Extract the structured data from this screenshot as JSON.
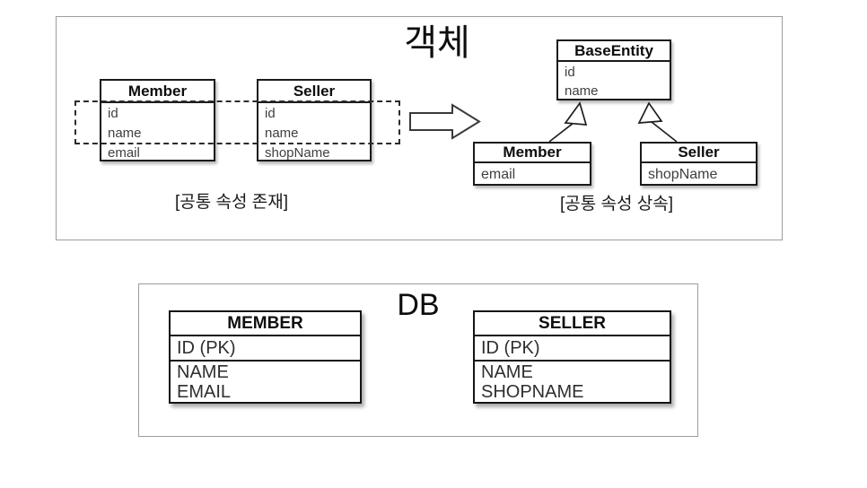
{
  "object_section": {
    "title": "객체",
    "before": {
      "classes": [
        {
          "name": "Member",
          "attributes": [
            "id",
            "name",
            "email"
          ]
        },
        {
          "name": "Seller",
          "attributes": [
            "id",
            "name",
            "shopName"
          ]
        }
      ],
      "caption": "[공통 속성 존재]"
    },
    "after": {
      "base_class": {
        "name": "BaseEntity",
        "attributes": [
          "id",
          "name"
        ]
      },
      "subclasses": [
        {
          "name": "Member",
          "attributes": [
            "email"
          ]
        },
        {
          "name": "Seller",
          "attributes": [
            "shopName"
          ]
        }
      ],
      "caption": "[공통 속성 상속]"
    }
  },
  "db_section": {
    "title": "DB",
    "tables": [
      {
        "name": "MEMBER",
        "pk_row": "ID (PK)",
        "columns": [
          "NAME",
          "EMAIL"
        ]
      },
      {
        "name": "SELLER",
        "pk_row": "ID (PK)",
        "columns": [
          "NAME",
          "SHOPNAME"
        ]
      }
    ]
  },
  "colors": {
    "line": "#1f1f1f",
    "class_border": "#1a1a1a",
    "frame_border": "#9c9c9c",
    "background": "#ffffff"
  }
}
